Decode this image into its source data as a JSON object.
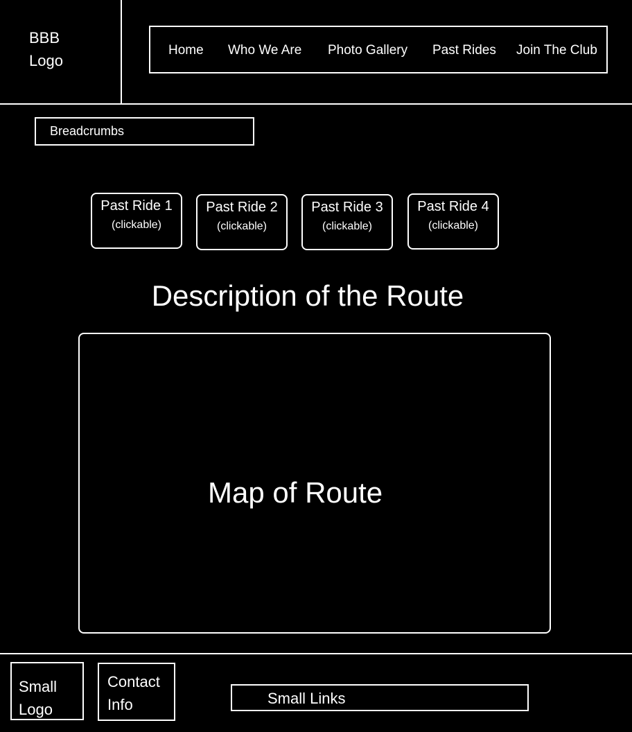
{
  "header": {
    "logo_line1": "BBB",
    "logo_line2": "Logo",
    "nav": [
      "Home",
      "Who We Are",
      "Photo Gallery",
      "Past Rides",
      "Join The Club"
    ]
  },
  "breadcrumbs": "Breadcrumbs",
  "rides": [
    {
      "title": "Past Ride 1",
      "note": "(clickable)"
    },
    {
      "title": "Past Ride 2",
      "note": "(clickable)"
    },
    {
      "title": "Past Ride 3",
      "note": "(clickable)"
    },
    {
      "title": "Past Ride 4",
      "note": "(clickable)"
    }
  ],
  "description_heading": "Description of the Route",
  "map_label": "Map of Route",
  "footer": {
    "small_logo_line1": "Small",
    "small_logo_line2": "Logo",
    "contact_line1": "Contact",
    "contact_line2": "Info",
    "small_links": "Small Links"
  },
  "colors": {
    "background": "#000000",
    "foreground": "#ffffff"
  }
}
